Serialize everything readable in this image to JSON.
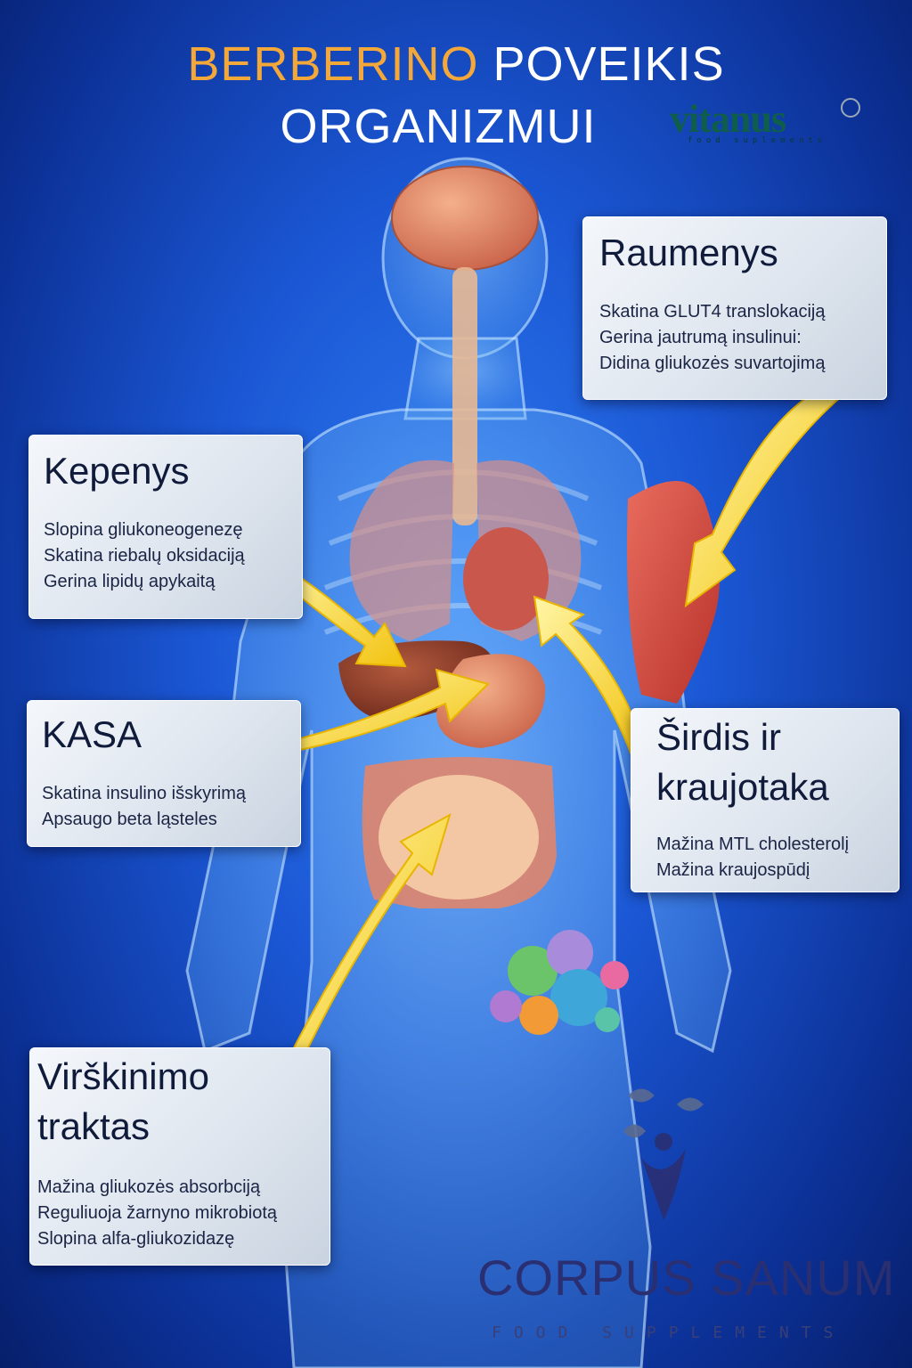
{
  "title": {
    "accent": "BERBERINO",
    "rest": "POVEIKIS",
    "line2": "ORGANIZMUI"
  },
  "brand": {
    "name": "vitanus",
    "tagline": "food suplements"
  },
  "cards": {
    "raumenys": {
      "title": "Raumenys",
      "items": [
        "Skatina GLUT4 translokaciją",
        "Gerina jautrumą insulinui:",
        "Didina gliukozės suvartojimą"
      ]
    },
    "kepenys": {
      "title": "Kepenys",
      "items": [
        "Slopina gliukoneogenezę",
        "Skatina riebalų oksidaciją",
        "Gerina lipidų apykaitą"
      ]
    },
    "kasa": {
      "title": "KASA",
      "items": [
        "Skatina insulino išskyrimą",
        "Apsaugo beta ląsteles"
      ]
    },
    "sirdis": {
      "title_line1": "Širdis ir",
      "title_line2": "kraujotaka",
      "items": [
        "Mažina MTL cholesterolį",
        "Mažina kraujospūdį"
      ]
    },
    "virskinimo": {
      "title_line1": "Virškinimo",
      "title_line2": "traktas",
      "items": [
        "Mažina gliukozės absorbciją",
        "Reguliuoja žarnyno mikrobiotą",
        "Slopina alfa-gliukozidazę"
      ]
    }
  },
  "footer_brand": {
    "name": "CORPUS SANUM",
    "tagline": "FOOD SUPPLEMENTS"
  },
  "colors": {
    "background": "#1b57d4",
    "title_accent": "#f5a83a",
    "arrow": "#f7e23a",
    "card": "#e4eaf1"
  }
}
